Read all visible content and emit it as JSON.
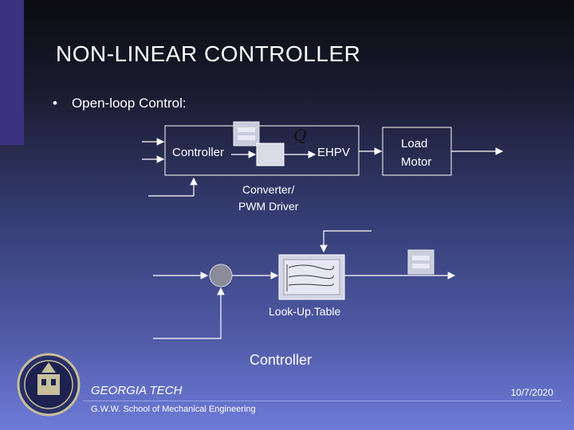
{
  "slide": {
    "title": "NON-LINEAR CONTROLLER",
    "bullet_symbol": "•",
    "bullet_text": "Open-loop Control:"
  },
  "diagram": {
    "controller_block_label": "Controller",
    "ehpv_label": "EHPV",
    "q_symbol": "Q",
    "load_motor_line1": "Load",
    "load_motor_line2": "Motor",
    "converter_line1": "Converter/",
    "converter_line2": "PWM Driver",
    "lookup_table_label": "Look-Up.Table",
    "controller_caption": "Controller"
  },
  "footer": {
    "school": "GEORGIA TECH",
    "department": "G.W.W. School of Mechanical Engineering",
    "date": "10/7/2020"
  },
  "colors": {
    "accent": "#3b3380",
    "block_fill": "#cfd2e2",
    "line": "#ffffff",
    "summing_node": "#8b8c99"
  }
}
